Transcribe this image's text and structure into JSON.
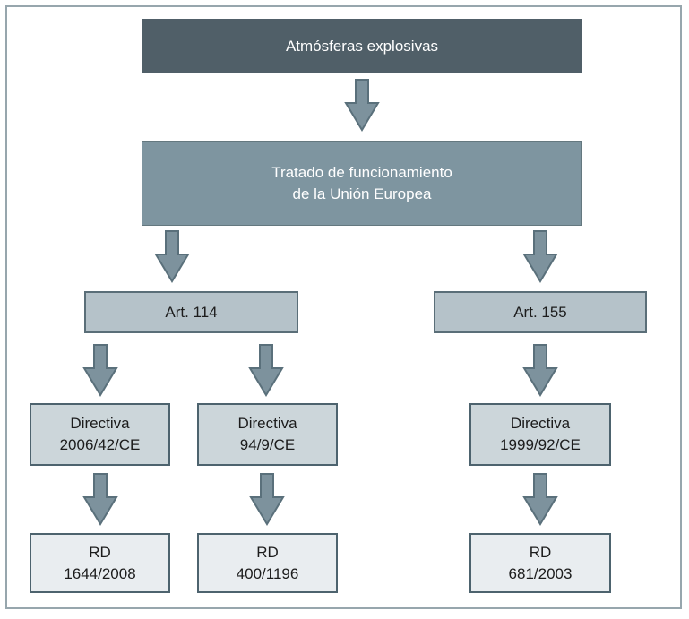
{
  "diagram": {
    "title": "Atmósferas explosivas",
    "nodes": {
      "root": {
        "label": "Atmósferas explosivas"
      },
      "treaty": {
        "label": "Tratado de funcionamiento\nde la Unión Europea"
      },
      "art114": {
        "label": "Art. 114"
      },
      "art155": {
        "label": "Art. 155"
      },
      "directiva_2006_42": {
        "label": "Directiva\n2006/42/CE"
      },
      "directiva_94_9": {
        "label": "Directiva\n94/9/CE"
      },
      "directiva_1999_92": {
        "label": "Directiva\n1999/92/CE"
      },
      "rd_1644_2008": {
        "label": "RD\n1644/2008"
      },
      "rd_400_1196": {
        "label": "RD\n400/1196"
      },
      "rd_681_2003": {
        "label": "RD\n681/2003"
      }
    },
    "colors": {
      "root_bg": "#505f68",
      "treaty_bg": "#7e95a0",
      "treaty_border": "#64787f",
      "article_bg": "#b5c2c9",
      "article_border": "#5a6e78",
      "directiva_bg": "#ccd6da",
      "rd_bg": "#e9edf0",
      "box_border": "#4d636e",
      "arrow_fill": "#7d929d",
      "arrow_stroke": "#5a707b",
      "frame_border": "#97a6ad"
    }
  }
}
